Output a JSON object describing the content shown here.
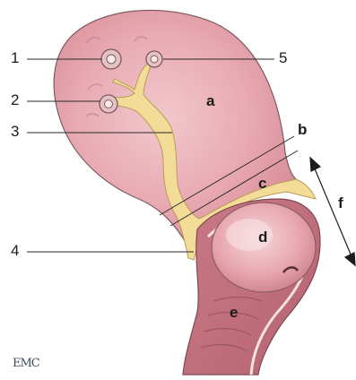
{
  "figure": {
    "watermark": "EMC",
    "labels": {
      "n1": "1",
      "n2": "2",
      "n3": "3",
      "n4": "4",
      "n5": "5",
      "a": "a",
      "b": "b",
      "c": "c",
      "d": "d",
      "e": "e",
      "f": "f"
    }
  }
}
